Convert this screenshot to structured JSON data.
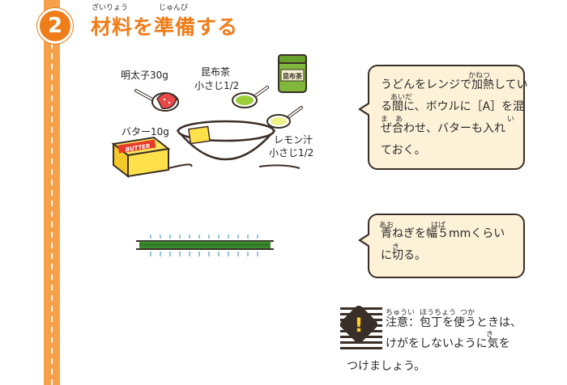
{
  "step": {
    "number": "2",
    "title": "材料を準備する",
    "ruby": [
      "ざいりょう",
      "じゅんび"
    ]
  },
  "ingredients": {
    "mentaiko": "明太子30g",
    "konbucha": [
      "昆布茶",
      "小さじ1/2"
    ],
    "butter": "バター10g",
    "lemon": [
      "レモン汁",
      "小さじ1/2"
    ],
    "butter_box_text": "BUTTER",
    "jar_label": "昆布茶"
  },
  "bubble1": {
    "ruby": [
      "かねつ",
      "あいだ",
      "ま",
      "あ",
      "い"
    ],
    "lines": [
      "うどんをレンジで加熱してい",
      "る間に、ボウルに［A］を混",
      "ぜ合わせ、バターも入れ",
      "ておく。"
    ]
  },
  "bubble2": {
    "ruby": [
      "あお",
      "はば",
      "き"
    ],
    "lines": [
      "青ねぎを幅５mmくらい",
      "に切る。"
    ]
  },
  "note": {
    "icon": "exclamation-icon",
    "ruby": [
      "ちゅうい",
      "ほうちょう",
      "つか",
      "き"
    ],
    "lines": [
      "注意：包丁を使うときは、",
      "けがをしないように気を",
      "つけましょう。"
    ]
  },
  "colors": {
    "accent": "#ef7d1a",
    "strip": "#f6a04a",
    "bubble_bg": "#fdf2d8",
    "outline": "#3a2f28"
  }
}
